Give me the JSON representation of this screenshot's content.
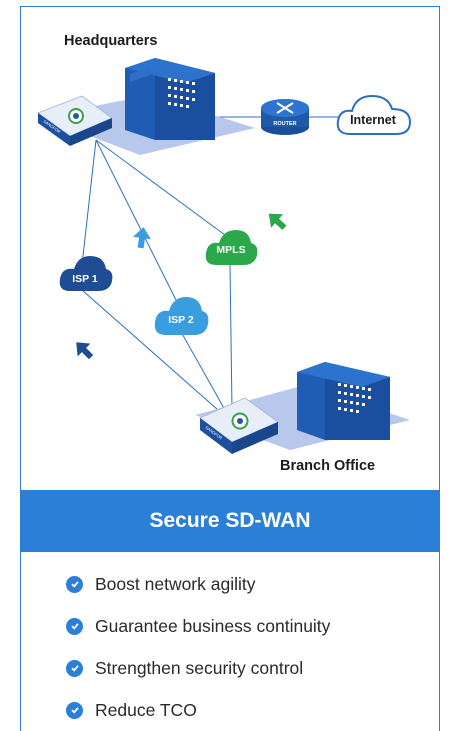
{
  "diagram": {
    "headquarters_label": "Headquarters",
    "branch_label": "Branch Office",
    "internet_label": "Internet",
    "router_label": "ROUTER",
    "isp1_label": "ISP 1",
    "isp2_label": "ISP 2",
    "mpls_label": "MPLS",
    "appliance_brand": "SANGFOR"
  },
  "banner": {
    "title": "Secure SD-WAN"
  },
  "features": [
    "Boost network agility",
    "Guarantee business continuity",
    "Strengthen security control",
    "Reduce TCO"
  ],
  "colors": {
    "brand_blue": "#2b7fd6",
    "building_blue": "#1e5aa8",
    "isp1_cloud": "#1f4d95",
    "isp2_cloud": "#3a9de0",
    "mpls_cloud": "#2aa84a"
  }
}
